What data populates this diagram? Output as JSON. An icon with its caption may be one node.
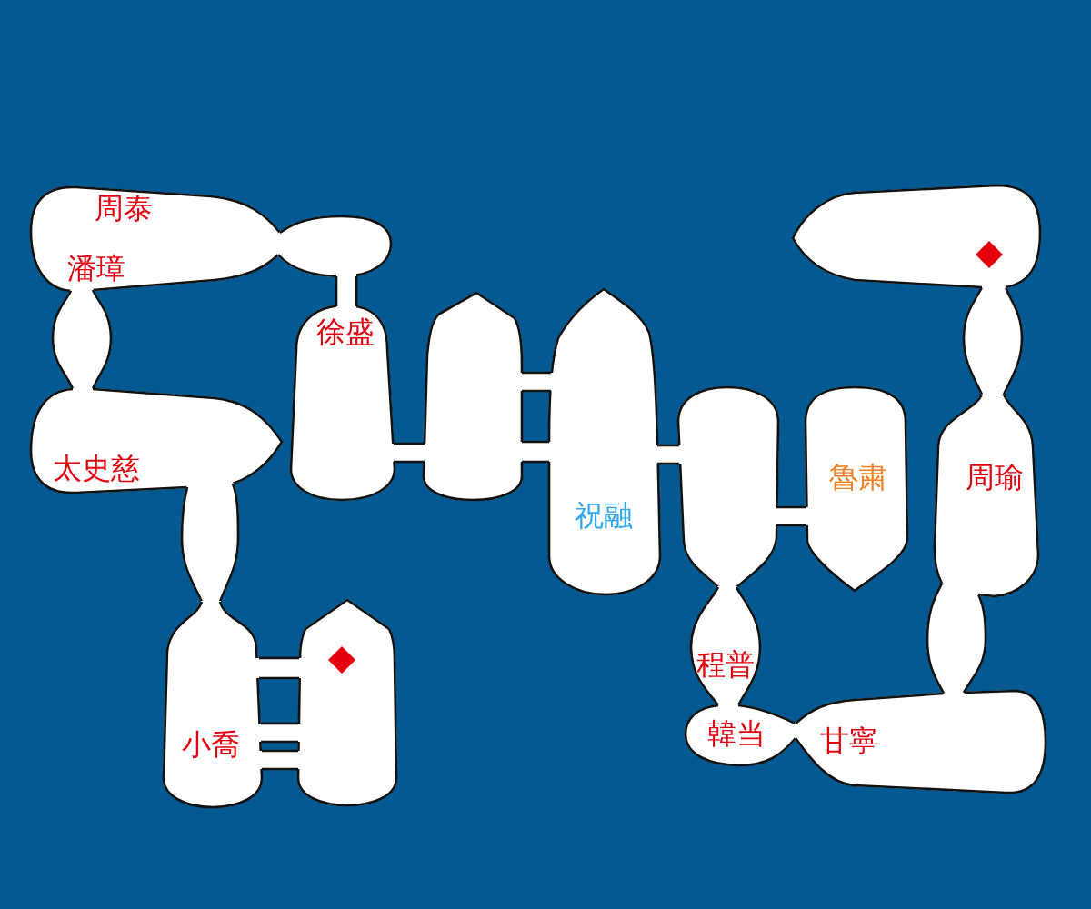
{
  "diagram": {
    "nodes": [
      {
        "text": [
          "周泰",
          "潘璋"
        ]
      },
      {
        "text": [],
        "shape": "oval"
      },
      {
        "text": [],
        "shape": "oval"
      },
      {
        "text": [
          "太史慈"
        ]
      },
      {
        "text": [],
        "shape": "oval"
      },
      {
        "text": [
          "小喬"
        ]
      },
      {
        "text": [],
        "shape": "box"
      },
      {
        "text": [
          "徐盛"
        ]
      },
      {
        "text": [],
        "shape": "box"
      },
      {
        "text": [
          "祝融"
        ]
      },
      {
        "text": [],
        "shape": "box"
      },
      {
        "text": [
          "程普"
        ]
      },
      {
        "text": [
          "韓当"
        ]
      },
      {
        "text": [
          "甘寧"
        ]
      },
      {
        "text": [],
        "shape": "oval"
      },
      {
        "text": [
          "周瑜"
        ]
      },
      {
        "text": [],
        "shape": "oval"
      },
      {
        "text": [],
        "shape": "box"
      },
      {
        "text": [
          "魯粛"
        ]
      }
    ],
    "edges": [
      {
        "from": 1,
        "to": 7,
        "arrow": "none"
      },
      {
        "from": 7,
        "to": 8,
        "arrow": "none"
      },
      {
        "from": 8,
        "to": 9,
        "arrow": "none"
      },
      {
        "from": 8,
        "to": 9,
        "arrow": "none"
      },
      {
        "from": 9,
        "to": 10,
        "arrow": "none"
      },
      {
        "from": 10,
        "to": 18,
        "arrow": "none"
      },
      {
        "from": 5,
        "to": 6,
        "arrow": "none"
      },
      {
        "from": 5,
        "to": 6,
        "arrow": "none"
      },
      {
        "from": 5,
        "to": 6,
        "arrow": "none"
      }
    ]
  }
}
